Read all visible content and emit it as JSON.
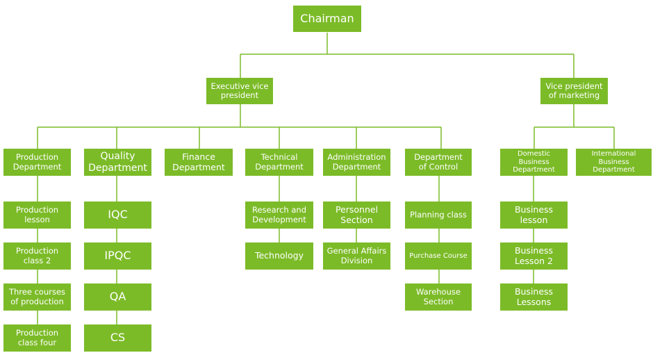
{
  "chairman": "Chairman",
  "executive_vp": "Executive vice\npresident",
  "vp_marketing": "Vice president\nof marketing",
  "departments": {
    "production": "Production\nDepartment",
    "quality": "Quality\nDepartment",
    "finance": "Finance\nDepartment",
    "technical": "Technical\nDepartment",
    "administration": "Administration\nDepartment",
    "control": "Department\nof Control",
    "domestic_business": "Domestic Business\nDepartment",
    "international_business": "International Business\nDepartment"
  },
  "production_units": [
    "Production\nlesson",
    "Production\nclass 2",
    "Three courses\nof production",
    "Production\nclass four"
  ],
  "quality_units": [
    "IQC",
    "IPQC",
    "QA",
    "CS"
  ],
  "technical_units": [
    "Research and\nDevelopment",
    "Technology"
  ],
  "administration_units": [
    "Personnel\nSection",
    "General Affairs\nDivision"
  ],
  "control_units": [
    "Planning class",
    "Purchase Course",
    "Warehouse\nSection"
  ],
  "domestic_business_units": [
    "Business\nlesson",
    "Business\nLesson 2",
    "Business\nLessons"
  ],
  "colors": {
    "box": "#7cbb28",
    "line": "#7cbb28",
    "text": "#ffffff"
  }
}
